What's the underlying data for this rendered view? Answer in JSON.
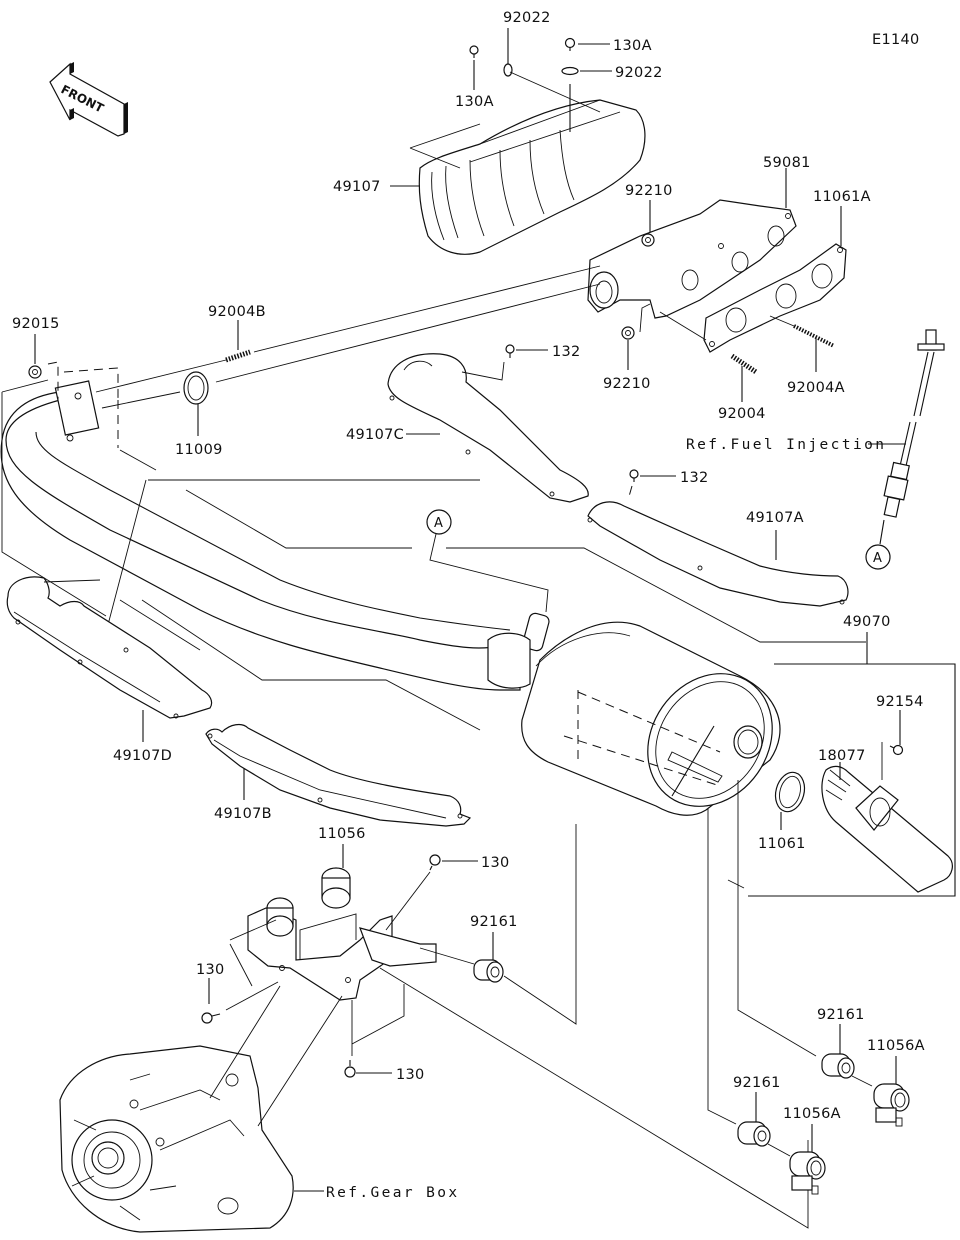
{
  "diagram": {
    "code": "E1140",
    "front_label": "FRONT",
    "callout_letter": "A",
    "refs": {
      "fuel_injection": "Ref.Fuel Injection",
      "gear_box": "Ref.Gear Box"
    },
    "parts": {
      "p92022_top": "92022",
      "p130A_left": "130A",
      "p130A_right": "130A",
      "p92022_right": "92022",
      "p49107": "49107",
      "p59081": "59081",
      "p11061A": "11061A",
      "p92210_top": "92210",
      "p92210_bottom": "92210",
      "p92015": "92015",
      "p92004B": "92004B",
      "p11009": "11009",
      "p132_top": "132",
      "p132_mid": "132",
      "p49107C": "49107C",
      "p92004": "92004",
      "p92004A": "92004A",
      "p49107A": "49107A",
      "p49070": "49070",
      "p92154": "92154",
      "p18077": "18077",
      "p11061": "11061",
      "p49107D": "49107D",
      "p49107B": "49107B",
      "p11056": "11056",
      "p130_top": "130",
      "p130_left": "130",
      "p130_bottom": "130",
      "p92161_mid": "92161",
      "p92161_right": "92161",
      "p92161_bottom": "92161",
      "p11056A_right": "11056A",
      "p11056A_bottom": "11056A"
    }
  }
}
